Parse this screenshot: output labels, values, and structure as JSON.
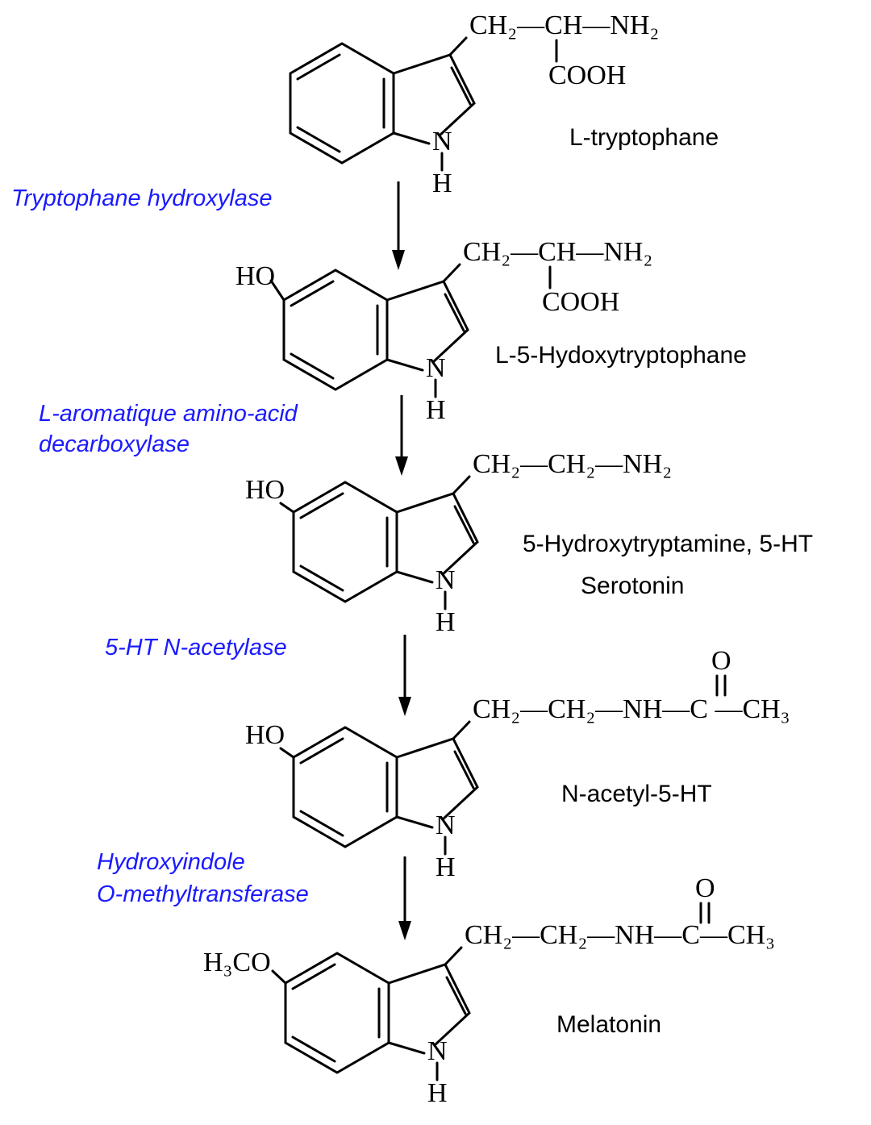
{
  "colors": {
    "enzyme": "#1a1aff",
    "highlight": "#ff0000",
    "text": "#000000"
  },
  "compounds": [
    {
      "name": "L-tryptophane",
      "ring_substituent": "",
      "chain": {
        "c1": "CH₂—CH—NH₂",
        "branch": "COOH"
      }
    },
    {
      "name": "L-5-Hydoxytryptophane",
      "ring_substituent": "HO",
      "chain": {
        "c1": "CH₂—CH—NH₂",
        "branch": "COOH"
      }
    },
    {
      "name": "5-Hydroxytryptamine, 5-HT",
      "subname": "Serotonin",
      "ring_substituent": "HO",
      "chain": {
        "c1": "CH₂—CH₂—NH₂"
      }
    },
    {
      "name": "N-acetyl-5-HT",
      "ring_substituent": "HO",
      "chain": {
        "c1": "CH₂—CH₂—NH—C —CH₃",
        "carbonyl": "O"
      }
    },
    {
      "name": "Melatonin",
      "ring_substituent": "H₃CO",
      "chain": {
        "c1": "CH₂—CH₂—NH—C—CH₃",
        "carbonyl": "O"
      }
    }
  ],
  "ring_atoms": {
    "N": "N",
    "H": "H"
  },
  "enzymes": [
    {
      "lines": [
        "Tryptophane hydroxylase"
      ]
    },
    {
      "lines": [
        "L-aromatique amino-acid",
        "decarboxylase"
      ]
    },
    {
      "lines": [
        "5-HT N-acetylase"
      ]
    },
    {
      "lines": [
        "Hydroxyindole",
        "O-methyltransferase"
      ]
    }
  ]
}
